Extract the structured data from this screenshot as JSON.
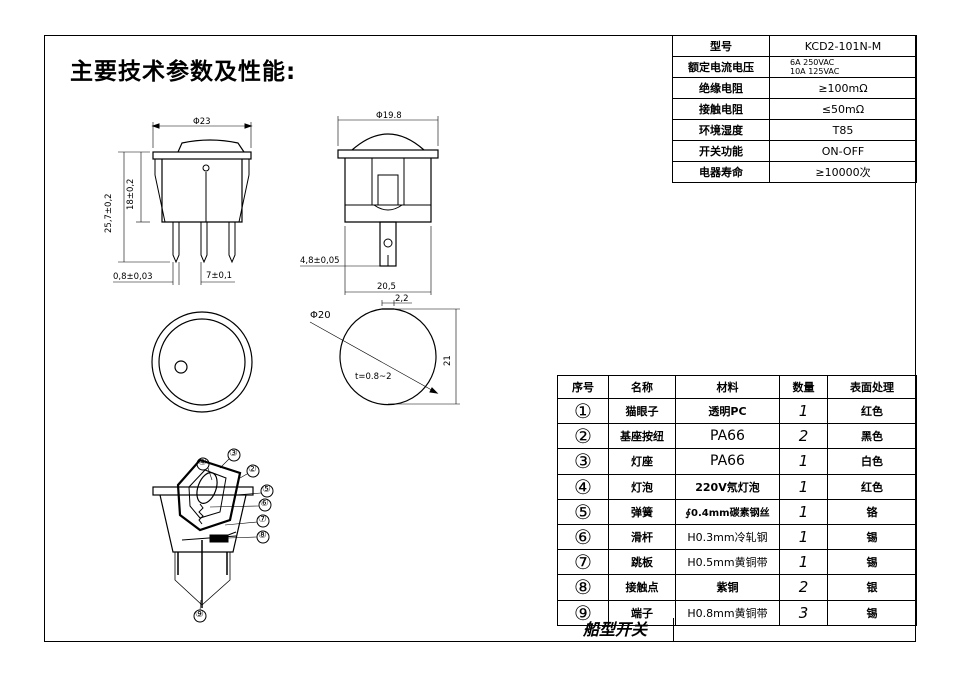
{
  "title": "主要技术参数及性能:",
  "specs": {
    "rows": [
      {
        "key": "型号",
        "value": "KCD2-101N-M"
      },
      {
        "key": "额定电流电压",
        "value_line1": "6A  250VAC",
        "value_line2": "10A  125VAC"
      },
      {
        "key": "绝缘电阻",
        "value": "≥100mΩ"
      },
      {
        "key": "接触电阻",
        "value": "≤50mΩ"
      },
      {
        "key": "环境湿度",
        "value": "T85"
      },
      {
        "key": "开关功能",
        "value": "ON-OFF"
      },
      {
        "key": "电器寿命",
        "value": "≥10000次"
      }
    ]
  },
  "parts": {
    "headers": [
      "序号",
      "名称",
      "材料",
      "数量",
      "表面处理"
    ],
    "rows": [
      {
        "no": "①",
        "name": "猫眼子",
        "material": "透明PC",
        "qty": "1",
        "finish": "红色"
      },
      {
        "no": "②",
        "name": "基座按纽",
        "material": "PA66",
        "qty": "2",
        "finish": "黑色"
      },
      {
        "no": "③",
        "name": "灯座",
        "material": "PA66",
        "qty": "1",
        "finish": "白色"
      },
      {
        "no": "④",
        "name": "灯泡",
        "material": "220V氖灯泡",
        "qty": "1",
        "finish": "红色"
      },
      {
        "no": "⑤",
        "name": "弹簧",
        "material": "∮0.4mm碳素钢丝",
        "qty": "1",
        "finish": "铬"
      },
      {
        "no": "⑥",
        "name": "滑杆",
        "material": "H0.3mm冷轧钢",
        "qty": "1",
        "finish": "锡"
      },
      {
        "no": "⑦",
        "name": "跳板",
        "material": "H0.5mm黄铜带",
        "qty": "1",
        "finish": "锡"
      },
      {
        "no": "⑧",
        "name": "接触点",
        "material": "紫铜",
        "qty": "2",
        "finish": "银"
      },
      {
        "no": "⑨",
        "name": "端子",
        "material": "H0.8mm黄铜带",
        "qty": "3",
        "finish": "锡"
      }
    ]
  },
  "product_name": "船型开关",
  "dimensions": {
    "front_width": "Φ23",
    "side_width": "Φ19.8",
    "total_height": "25,7±0,2",
    "body_height": "18±0,2",
    "terminal_thickness": "0,8±0,03",
    "terminal_pitch": "7±0,1",
    "tab_width": "4,8±0,05",
    "side_depth": "20,5",
    "cutout_diameter": "Φ20",
    "cutout_flat": "2,2",
    "cutout_height": "21",
    "panel_thickness": "t=0.8~2"
  },
  "callouts": [
    "①",
    "②",
    "③",
    "④",
    "⑤",
    "⑥",
    "⑦",
    "⑧",
    "⑨"
  ]
}
